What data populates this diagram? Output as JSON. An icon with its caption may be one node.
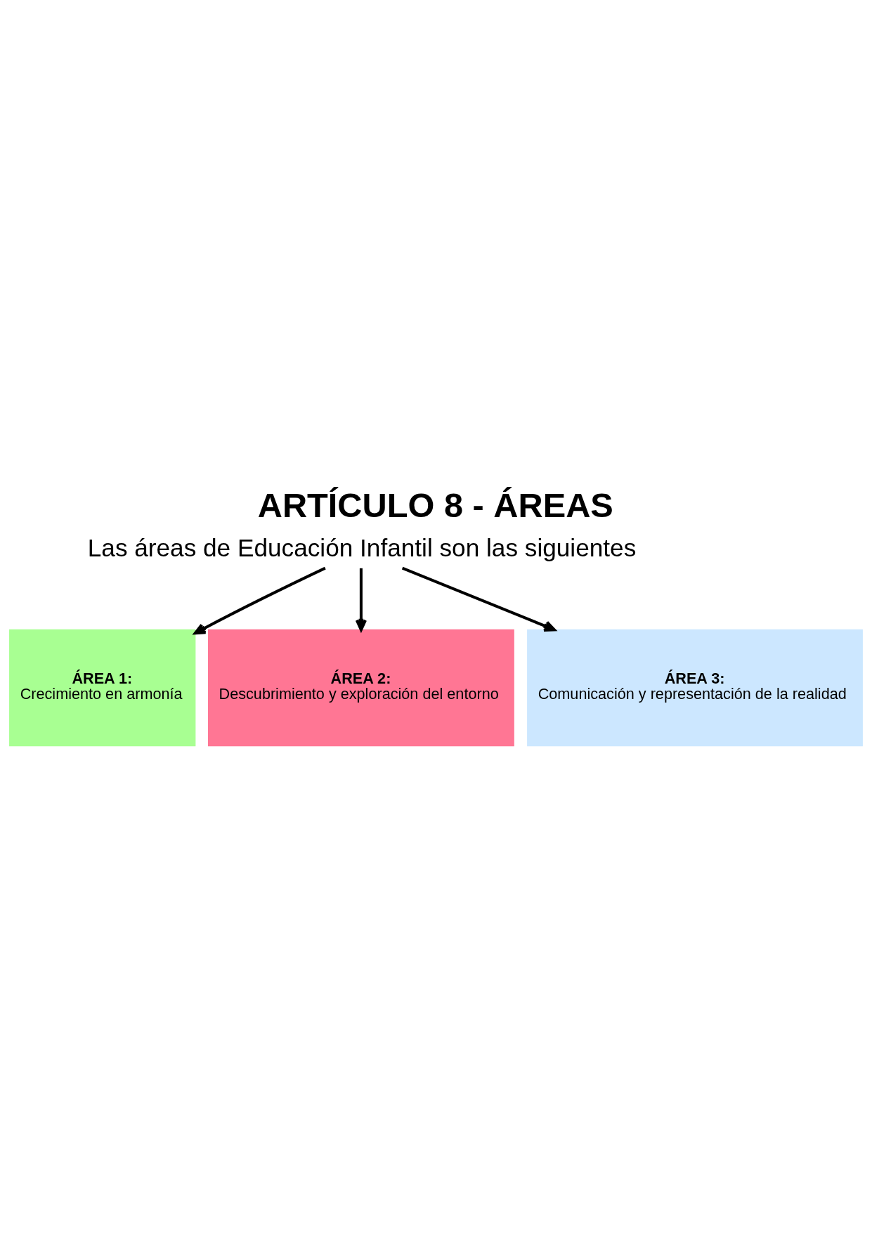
{
  "diagram": {
    "title": "ARTÍCULO 8 - ÁREAS",
    "nodes": [
      {
        "text": [
          "Las áreas de Educación Infantil son las siguientes"
        ]
      },
      {
        "text": [
          "ÁREA 1:",
          "Crecimiento en armonía"
        ]
      },
      {
        "text": [
          "ÁREA 2:",
          "Descubrimiento y exploración del entorno"
        ]
      },
      {
        "text": [
          "ÁREA 3:",
          "Comunicación y representación de la realidad"
        ]
      }
    ],
    "edges": [
      {
        "from": 0,
        "to": 1,
        "arrow": "to"
      },
      {
        "from": 0,
        "to": 2,
        "arrow": "to"
      },
      {
        "from": 0,
        "to": 3,
        "arrow": "to"
      }
    ]
  }
}
